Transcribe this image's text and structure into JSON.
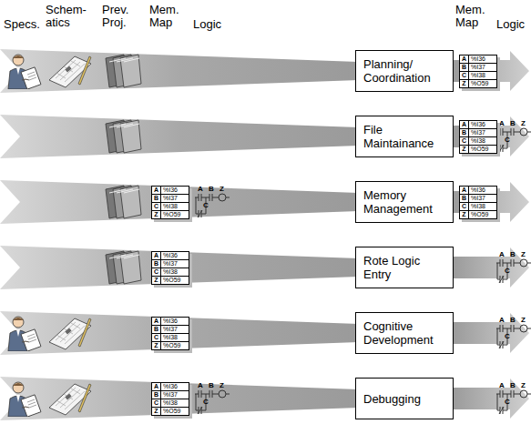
{
  "diagram": {
    "nodes": [
      {
        "text": [
          "Planning/ Coordination"
        ]
      },
      {
        "text": [
          "File Maintainance"
        ]
      },
      {
        "text": [
          "Memory Management"
        ]
      },
      {
        "text": [
          "Rote Logic Entry"
        ]
      },
      {
        "text": [
          "Cognitive Development"
        ]
      },
      {
        "text": [
          "Debugging"
        ]
      }
    ],
    "labels": [
      "Specs.",
      "Schem- atics",
      "Prev. Proj.",
      "Mem. Map",
      "Logic",
      "Mem. Map",
      "Logic",
      "A",
      "%I36",
      "B",
      "%I37",
      "C",
      "%I38",
      "Z",
      "%O59",
      "A",
      "%I36",
      "B",
      "%I37",
      "C",
      "%I38",
      "Z",
      "%O59",
      "A",
      "B",
      "Z",
      "C",
      "A",
      "%I36",
      "B",
      "%I37",
      "C",
      "%I38",
      "Z",
      "%O59",
      "A",
      "B",
      "Z",
      "C",
      "A",
      "%I36",
      "B",
      "%I37",
      "C",
      "%I38",
      "Z",
      "%O59",
      "A",
      "%I36",
      "B",
      "%I37",
      "C",
      "%I38",
      "Z",
      "%O59",
      "A",
      "B",
      "Z",
      "C",
      "A",
      "%I36",
      "B",
      "%I37",
      "C",
      "%I38",
      "Z",
      "%O59",
      "A",
      "B",
      "Z",
      "C",
      "A",
      "%I36",
      "B",
      "%I37",
      "C",
      "%I38",
      "Z",
      "%O59",
      "A",
      "B",
      "Z",
      "C",
      "A",
      "B",
      "Z",
      "C"
    ]
  }
}
